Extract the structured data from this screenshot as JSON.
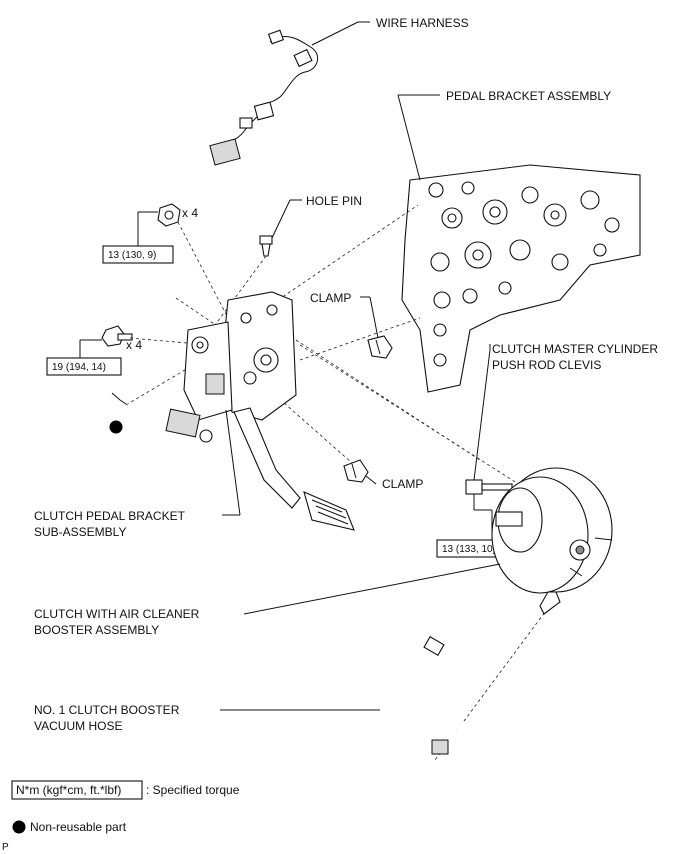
{
  "labels": {
    "wire_harness": "WIRE HARNESS",
    "pedal_bracket_assembly": "PEDAL BRACKET ASSEMBLY",
    "hole_pin": "HOLE PIN",
    "clamp_upper": "CLAMP",
    "clamp_lower": "CLAMP",
    "clevis_line1": "CLUTCH MASTER CYLINDER",
    "clevis_line2": "PUSH ROD CLEVIS",
    "pedal_bracket_sub_line1": "CLUTCH PEDAL BRACKET",
    "pedal_bracket_sub_line2": "SUB-ASSEMBLY",
    "booster_line1": "CLUTCH WITH AIR CLEANER",
    "booster_line2": "BOOSTER ASSEMBLY",
    "hose_line1": "NO. 1 CLUTCH BOOSTER",
    "hose_line2": "VACUUM HOSE"
  },
  "torques": {
    "nut": "13 (130, 9)",
    "bolt": "19 (194, 14)",
    "clevis": "13 (133, 10)"
  },
  "quantities": {
    "nut": "x 4",
    "bolt": "x 4"
  },
  "legend": {
    "torque_box": "N*m (kgf*cm, ft.*lbf)",
    "torque_desc": ": Specified torque",
    "nonreusable": "Non-reusable part"
  },
  "corner_mark": "P"
}
